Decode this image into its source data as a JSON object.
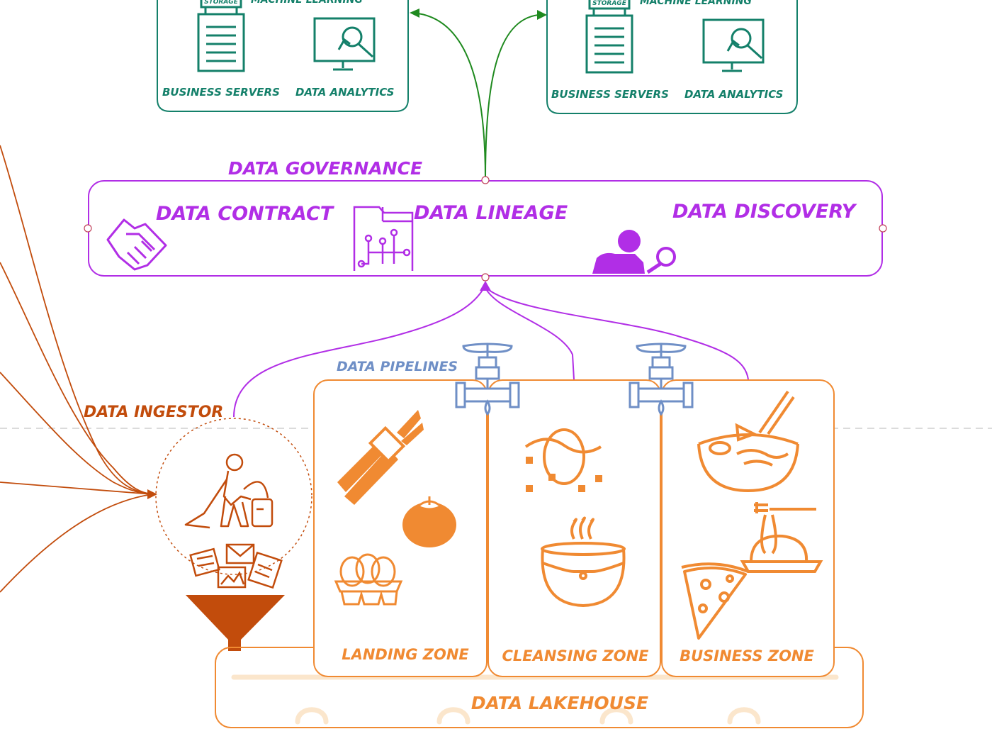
{
  "colors": {
    "teal": "#14806a",
    "purple": "#b12ee6",
    "orange": "#f08a32",
    "darkOrange": "#c24c0c",
    "blue": "#6f8fc6",
    "green": "#1f8a1f",
    "dashed": "#cfcfcf"
  },
  "top_panels": [
    {
      "storage": "STORAGE",
      "ml": "MACHINE LEARNING",
      "servers": "BUSINESS SERVERS",
      "analytics": "DATA ANALYTICS"
    },
    {
      "storage": "STORAGE",
      "ml": "MACHINE LEARNING",
      "servers": "BUSINESS SERVERS",
      "analytics": "DATA ANALYTICS"
    }
  ],
  "governance": {
    "title": "DATA GOVERNANCE",
    "contract": "DATA CONTRACT",
    "lineage": "DATA LINEAGE",
    "discovery": "DATA DISCOVERY"
  },
  "pipelines": "DATA PIPELINES",
  "ingestor": "DATA INGESTOR",
  "zones": {
    "landing": "LANDING ZONE",
    "cleansing": "CLEANSING ZONE",
    "business": "BUSINESS ZONE"
  },
  "lakehouse": "DATA LAKEHOUSE",
  "icons": [
    "server-icon",
    "monitor-analytics-icon",
    "handshake-icon",
    "lineage-folder-icon",
    "person-search-icon",
    "valve-icon",
    "cleaner-icon",
    "funnel-icon",
    "carrots-icon",
    "tomato-icon",
    "eggs-icon",
    "egg-icon",
    "pot-icon",
    "ramen-icon",
    "spaghetti-icon",
    "pizza-icon"
  ]
}
